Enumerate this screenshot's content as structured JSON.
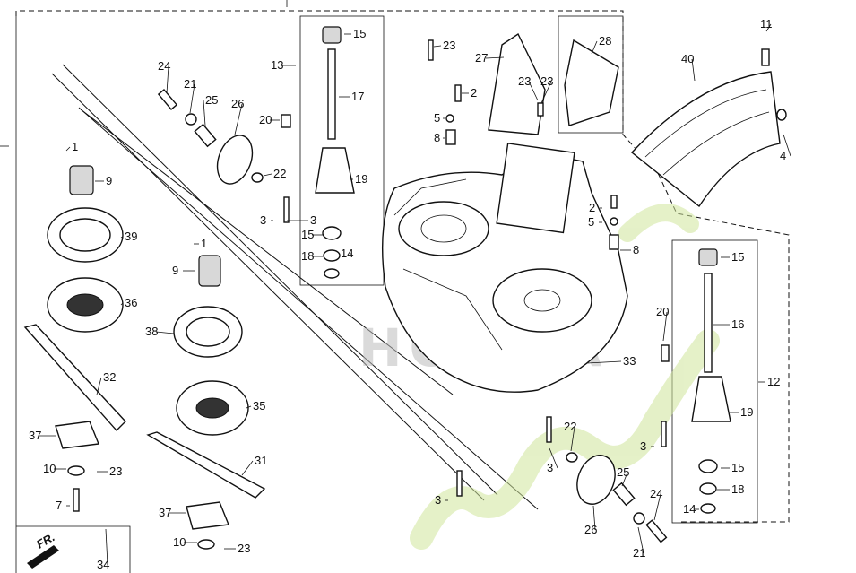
{
  "diagram": {
    "watermark_text": "HONDA",
    "watermark_script_color": "#cfe59a",
    "watermark_block_color": "#bdbdbd",
    "direction_marker": "FR.",
    "labels": [
      "1",
      "1",
      "2",
      "2",
      "3",
      "3",
      "3",
      "3",
      "3",
      "4",
      "5",
      "5",
      "7",
      "8",
      "8",
      "9",
      "9",
      "10",
      "10",
      "11",
      "12",
      "13",
      "14",
      "14",
      "15",
      "15",
      "15",
      "15",
      "16",
      "17",
      "18",
      "18",
      "19",
      "19",
      "20",
      "20",
      "21",
      "21",
      "22",
      "22",
      "23",
      "23",
      "23",
      "23",
      "23",
      "24",
      "24",
      "25",
      "25",
      "26",
      "26",
      "27",
      "28",
      "31",
      "32",
      "33",
      "34",
      "35",
      "36",
      "37",
      "37",
      "38",
      "39",
      "40"
    ]
  }
}
